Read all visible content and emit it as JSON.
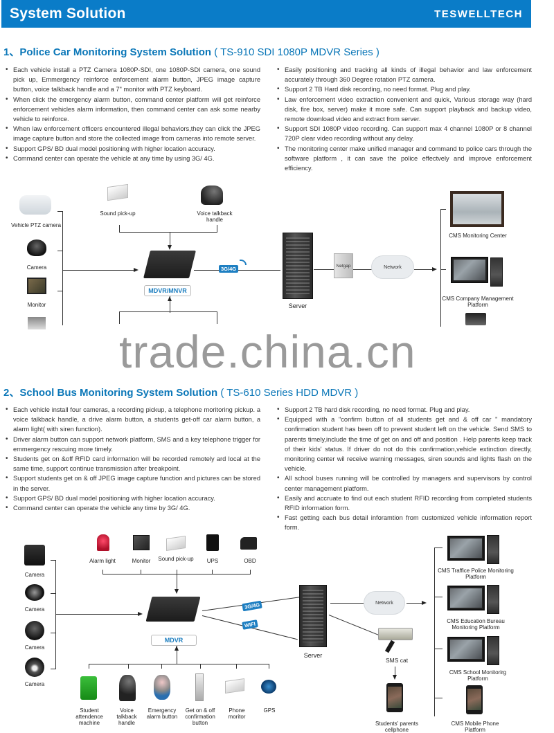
{
  "header": {
    "title": "System Solution",
    "brand": "TESWELLTECH",
    "color": "#0a7cc8"
  },
  "watermark": "trade.china.cn",
  "section1": {
    "title": "1、Police Car Monitoring System Solution",
    "subtitle": "( TS-910 SDI 1080P MDVR Series )",
    "left_bullets": [
      "Each vehicle install a PTZ Camera 1080P-SDI, one 1080P-SDI camera, one sound pick up, Emmergency reinforce enforcement alarm button, JPEG image capture button, voice talkback handle and a 7\"   monitor with PTZ keyboard.",
      "When click the emergency alarm button, command center platform will get reinforce enforcement vehicles alarm information, then command center can ask some nearby vehicle to reinforce.",
      "When law enforcement officers encountered illegal behaviors,they can click the JPEG image capture button and store the collected image from cameras into remote server.",
      "Support GPS/ BD dual model positioning with higher location accuracy.",
      "Command center can operate the vehicle at any time by using 3G/ 4G."
    ],
    "right_bullets": [
      "Easily positioning and tracking all kinds of illegal behavior and law enforcement accurately through 360 Degree rotation PTZ camera.",
      "Support 2 TB Hard disk recording, no need format. Plug and play.",
      "Law enforcement video extraction  convenient and quick, Various storage way (hard disk, fire box, server) make it more safe. Can support playback and backup video, remote download video and extract from server.",
      "Support SDI 1080P video recording. Can support max 4 channel 1080P or 8 channel 720P clear video recording without any delay.",
      "The monitoring center make unified manager and command to police cars through the software platform , it can save the police effectvely and improve enforcement efficiency."
    ],
    "diagram": {
      "inputs_left": [
        "Vehicle PTZ camera",
        "Camera",
        "Monitor"
      ],
      "inputs_top": [
        "Sound pick-up",
        "Voice talkback handle"
      ],
      "center": "MDVR/MNVR",
      "link": "3G/4G",
      "server": "Server",
      "netgap": "Netgap",
      "network": "Network",
      "outputs": [
        "CMS Monitoring Center",
        "CMS Company Management Platform"
      ]
    }
  },
  "section2": {
    "title": "2、School Bus Monitoring System Solution",
    "subtitle": "( TS-610 Series HDD MDVR )",
    "left_bullets": [
      "Each vehicle install four cameras, a recording pickup, a telephone moritoring pickup. a voice talkback handle, a drive alarm button, a students get-off car alarm button, a alarm light( with siren function).",
      "Driver alarm button can support network platform, SMS and a key telephone trigger for emmergency rescuing more timely.",
      "Students get on &off  RFID card information will be recorded remotely ard local at the same time, support continue transmission after breakpoint.",
      "Support students get on & off JPEG image capture function and pictures can be stored in the server.",
      "Support GPS/ BD dual model positioning with higher location accuracy.",
      "Command center can operate the vehicle any time by 3G/ 4G."
    ],
    "right_bullets": [
      "Support 2 TB hard disk recording, no need format. Plug and play.",
      "Equipped with a \"confirm button of all students get and & off car \" mandatory confirmation student has been off to prevent student left on the vehicle. Send SMS to parents timely,include the time of get on and off and position . Help parents keep track of their kids'  status. If driver do not do this confirmation,vehicle extinction directly, monitoring center wil receive warning messages, siren sounds and lights flash on the vehicle.",
      "All school buses running will be controlled by managers and supervisors by control center management platform.",
      "Easily and accruate to find out each student RFID recording from completed students RFID information form.",
      "Fast getting each bus detail inforamtion from customized vehicle information report form."
    ],
    "diagram": {
      "cameras": [
        "Camera",
        "Camera",
        "Camera",
        "Camera"
      ],
      "inputs_top": [
        "Alarm light",
        "Monitor",
        "Sound pick-up",
        "UPS",
        "OBD"
      ],
      "inputs_bottom": [
        "Student attendence machine",
        "Voice talkback handle",
        "Emergency alarm button",
        "Get on & off confirmation button",
        "Phone moritor",
        "GPS"
      ],
      "center": "MDVR",
      "links": [
        "3G/4G",
        "WIFI"
      ],
      "server": "Server",
      "network": "Network",
      "sms": "SMS cat",
      "parents_phone": "Students' parents cellphone",
      "outputs": [
        "CMS Traffice Police Monitoring Platform",
        "CMS Education Bureau Monitoring Platform",
        "CMS School Monitorirg Platform",
        "CMS Mobile Phone Platform"
      ]
    }
  }
}
